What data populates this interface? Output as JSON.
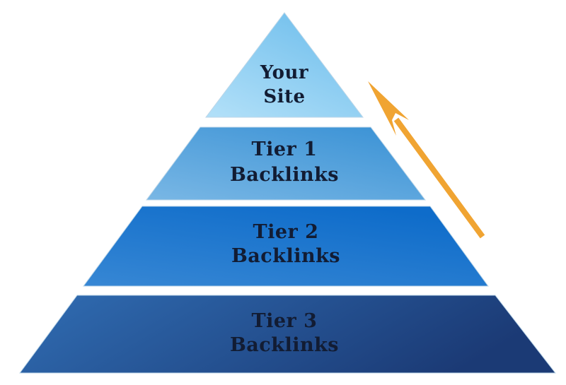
{
  "diagram": {
    "type": "pyramid",
    "background": "#ffffff",
    "text_color": "#121c33",
    "levels": [
      {
        "name": "your-site",
        "line1": "Your",
        "line2": "Site",
        "color_main": "#6fbeec",
        "color_light": "#b0dff8"
      },
      {
        "name": "tier-1-backlinks",
        "line1": "Tier 1",
        "line2": "Backlinks",
        "color_main": "#3e94d6",
        "color_light": "#79b7e5"
      },
      {
        "name": "tier-2-backlinks",
        "line1": "Tier 2",
        "line2": "Backlinks",
        "color_main": "#0e6cca",
        "color_light": "#3787d4"
      },
      {
        "name": "tier-3-backlinks",
        "line1": "Tier 3",
        "line2": "Backlinks",
        "color_main": "#1b3a75",
        "color_light": "#306db3"
      }
    ],
    "arrow": {
      "direction": "up",
      "color": "#f0a432"
    }
  }
}
